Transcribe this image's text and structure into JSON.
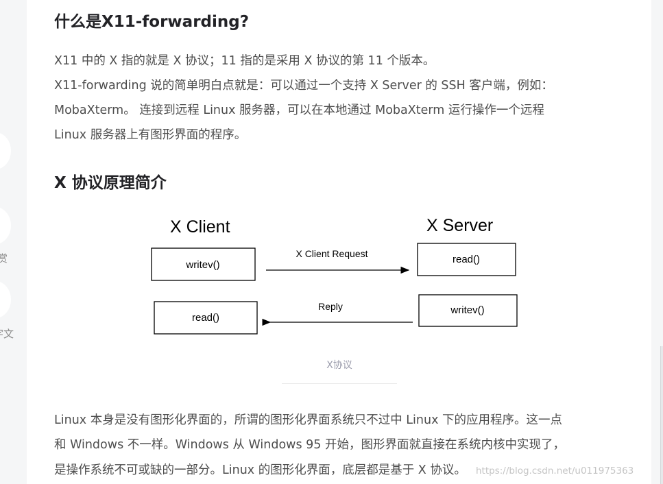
{
  "side_toolbar": {
    "label_1": "赏",
    "label_2": "字文"
  },
  "article": {
    "heading_1": "什么是X11-forwarding?",
    "para_1": [
      "X11 中的 X 指的就是 X 协议；11 指的是采用 X 协议的第 11 个版本。",
      "X11-forwarding 说的简单明白点就是：可以通过一个支持 X Server 的 SSH 客户端，例如：",
      "MobaXterm。 连接到远程 Linux 服务器，可以在本地通过 MobaXterm 运行操作一个远程",
      "Linux 服务器上有图形界面的程序。"
    ],
    "heading_2": "X 协议原理简介",
    "figure": {
      "client_title": "X Client",
      "server_title": "X Server",
      "client_box_top": "writev()",
      "client_box_bottom": "read()",
      "server_box_top": "read()",
      "server_box_bottom": "writev()",
      "request_label": "X Client Request",
      "reply_label": "Reply",
      "caption": "X协议"
    },
    "para_2": [
      "Linux 本身是没有图形化界面的，所谓的图形化界面系统只不过中 Linux 下的应用程序。这一点",
      "和 Windows 不一样。Windows 从 Windows 95 开始，图形界面就直接在系统内核中实现了，",
      "是操作系统不可或缺的一部分。Linux 的图形化界面，底层都是基于 X 协议。"
    ]
  },
  "watermark": "https://blog.csdn.net/u011975363"
}
